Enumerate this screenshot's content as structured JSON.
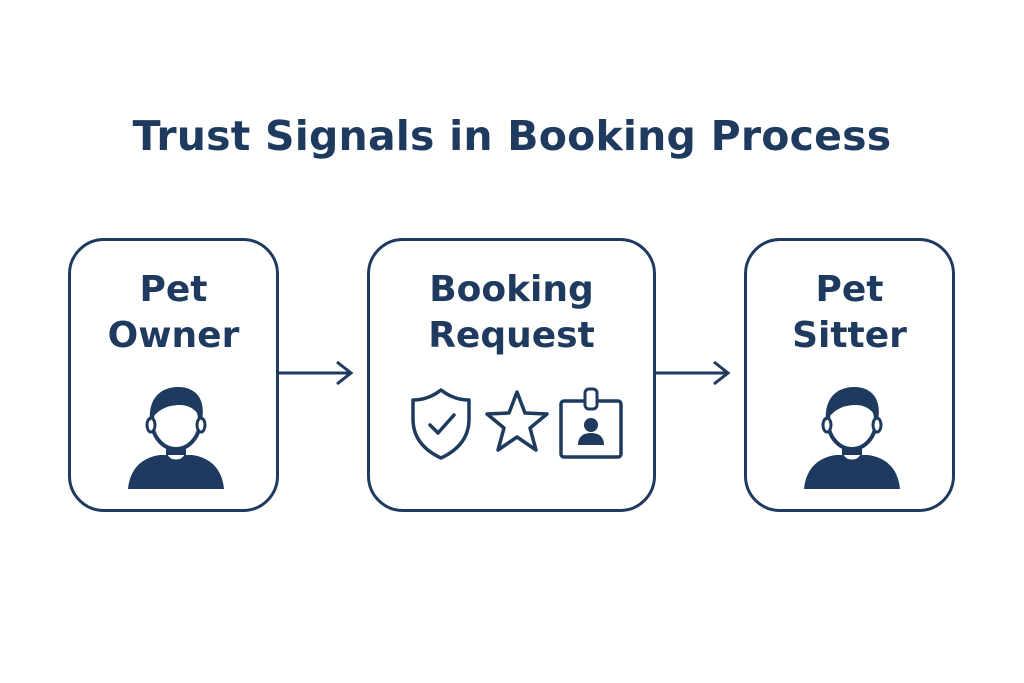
{
  "title": "Trust Signals in Booking Process",
  "nodes": [
    {
      "line1": "Pet",
      "line2": "Owner",
      "icon": "person-icon"
    },
    {
      "line1": "Booking",
      "line2": "Request",
      "icons": [
        "shield-check-icon",
        "star-icon",
        "id-badge-icon"
      ]
    },
    {
      "line1": "Pet",
      "line2": "Sitter",
      "icon": "person-icon"
    }
  ],
  "edges": [
    {
      "from": "Pet Owner",
      "to": "Booking Request"
    },
    {
      "from": "Booking Request",
      "to": "Pet Sitter"
    }
  ],
  "colors": {
    "primary": "#1e3a5f",
    "background": "#ffffff"
  }
}
